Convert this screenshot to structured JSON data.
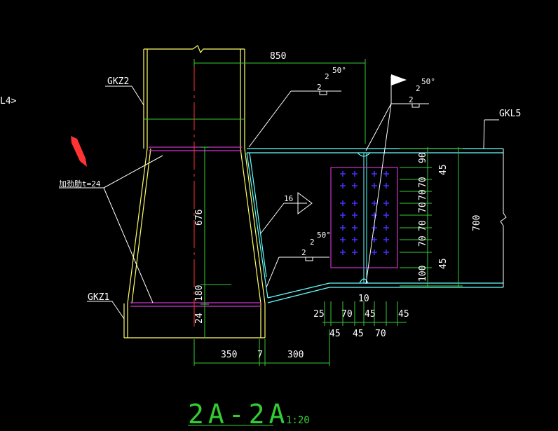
{
  "drawing": {
    "title": "2A-2A",
    "scale": "1:20",
    "labels": {
      "column_upper": "GKZ2",
      "column_lower": "GKZ1",
      "beam": "GKL5",
      "partial_ref": "L4>",
      "stiffener": "加劲肋t=24",
      "weld_16": "16"
    },
    "weld_symbols": [
      {
        "size": "2",
        "angle": "50°",
        "gap": "2"
      },
      {
        "size": "2",
        "angle": "50°",
        "gap": "2"
      },
      {
        "size": "2",
        "angle": "50°",
        "gap": "2"
      }
    ],
    "dimensions": {
      "top_width": "850",
      "column_height": "676",
      "gap_180": "180",
      "plate_24": "24",
      "bottom": [
        "350",
        "7",
        "300"
      ],
      "bolt_row_top": [
        "25",
        "70",
        "45",
        "45"
      ],
      "bolt_row_bottom": [
        "45",
        "45",
        "70"
      ],
      "web_gap": "10",
      "beam_depth": "700",
      "vertical_stack": [
        "90",
        "70",
        "70",
        "70",
        "70",
        "70",
        "100"
      ],
      "vertical_45": [
        "45",
        "45"
      ]
    }
  },
  "colors": {
    "background": "#000000",
    "column": "#ffff66",
    "beam": "#66ffff",
    "dimension": "#33cc33",
    "stiffener": "#cc33cc",
    "centerline": "#ff3333",
    "bolts": "#4433ff",
    "text": "#ffffff",
    "arrow": "#ff3333"
  }
}
